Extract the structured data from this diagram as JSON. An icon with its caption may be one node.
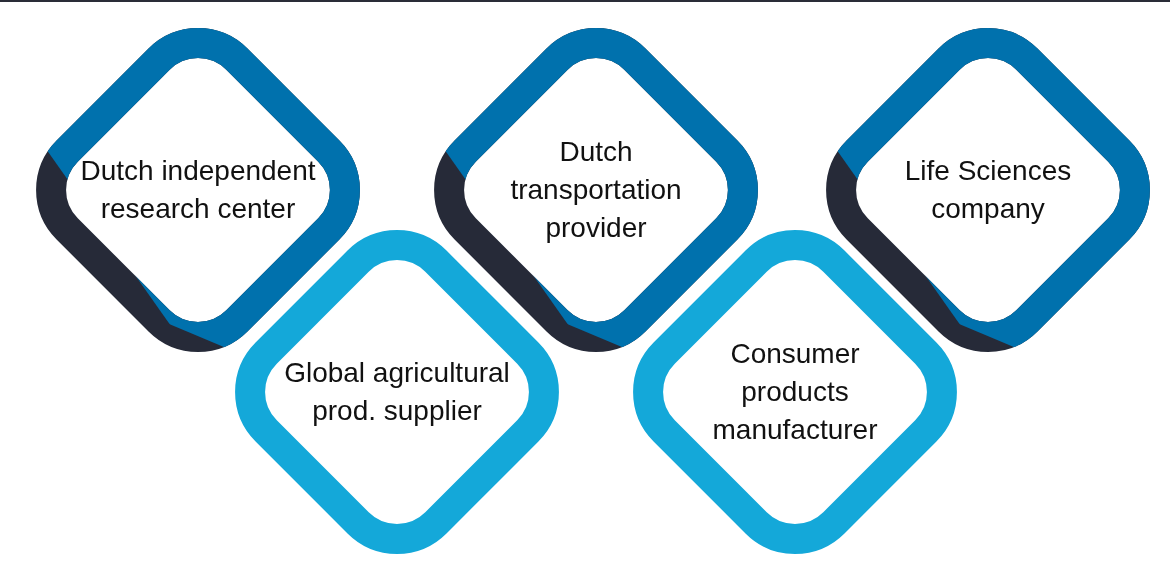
{
  "diagram": {
    "nodes": [
      {
        "text": [
          "Dutch independent research center"
        ]
      },
      {
        "text": [
          "Global agricultural prod. supplier"
        ]
      },
      {
        "text": [
          "Dutch transportation provider"
        ]
      },
      {
        "text": [
          "Consumer products manufacturer"
        ]
      },
      {
        "text": [
          "Life Sciences company"
        ]
      }
    ]
  }
}
